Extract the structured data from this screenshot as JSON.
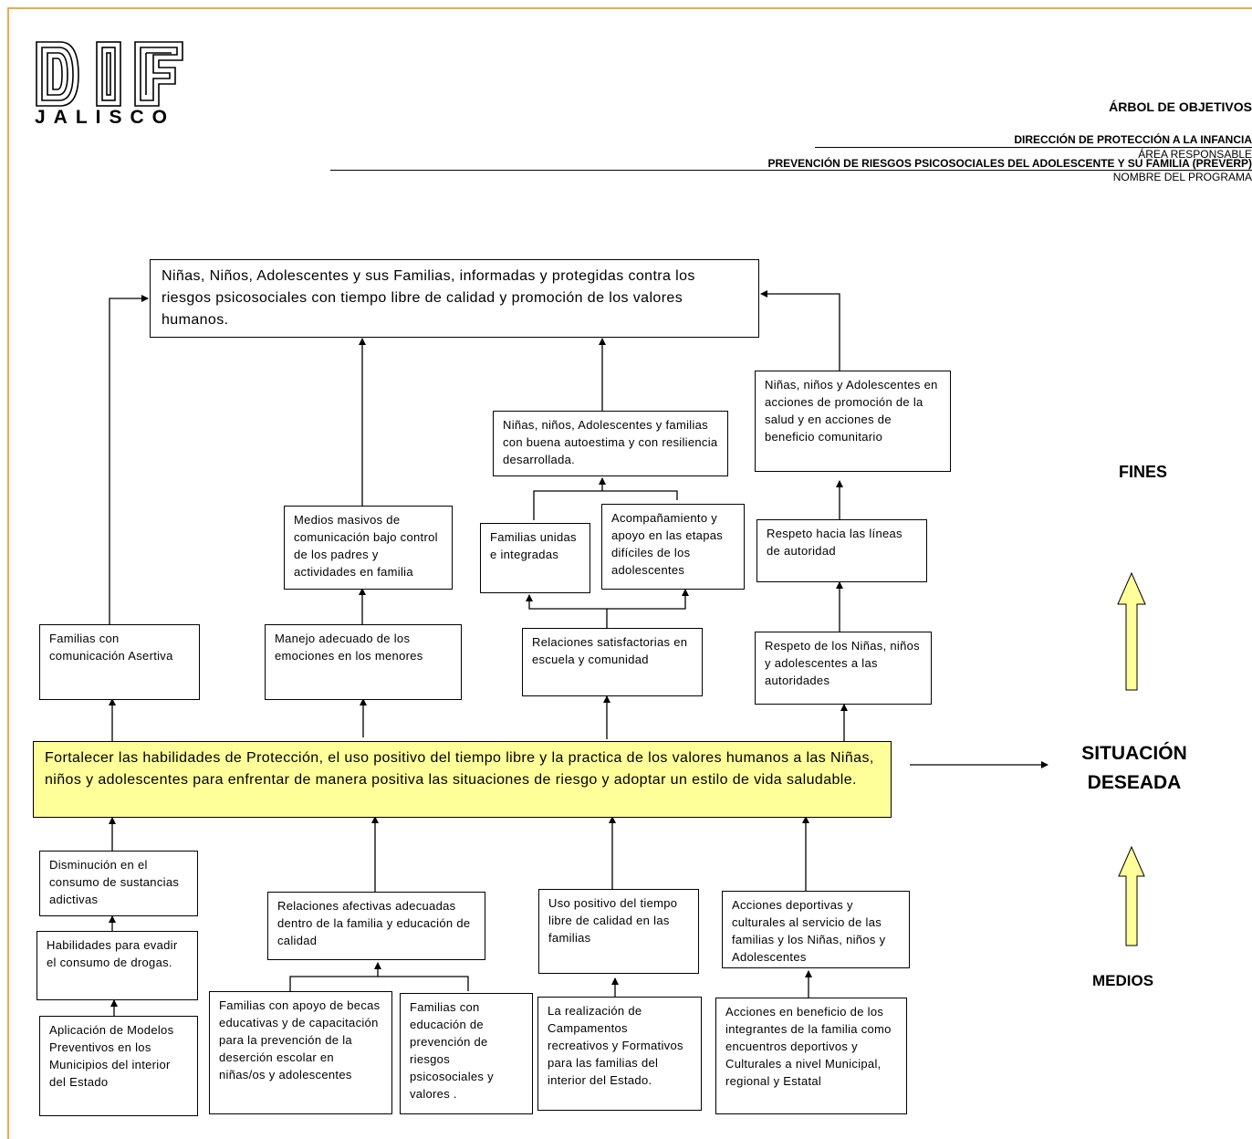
{
  "logo": {
    "text": "JALISCO",
    "letters": "DIF"
  },
  "header": {
    "title": "ÁRBOL DE OBJETIVOS",
    "area": "DIRECCIÓN DE PROTECCIÓN A LA INFANCIA",
    "area_caption": "ÁREA RESPONSABLE",
    "program": "PREVENCIÓN DE RIESGOS PSICOSOCIALES DEL ADOLESCENTE Y SU FAMILIA (PREVERP)",
    "program_caption": "NOMBRE DEL PROGRAMA"
  },
  "side_labels": {
    "fines": "FINES",
    "situacion": "SITUACIÓN",
    "deseada": "DESEADA",
    "medios": "MEDIOS"
  },
  "colors": {
    "highlight": "#ffff99",
    "frame": "#f0a84a",
    "arrow_fill": "#ffff99"
  },
  "nodes": {
    "top": "Niñas, Niños, Adolescentes y sus Familias, informadas y protegidas contra los riesgos psicosociales con tiempo libre de calidad y promoción de los valores humanos.",
    "autoestima": "Niñas, niños, Adolescentes y familias con buena autoestima y con resiliencia desarrollada.",
    "salud": "Niñas, niños y Adolescentes en acciones de promoción de la salud y en acciones de beneficio comunitario",
    "medios_masivos": "Medios masivos de comunicación bajo control de los padres y actividades en familia",
    "familias_unidas": "Familias unidas e integradas",
    "acompanamiento": "Acompañamiento y apoyo en las etapas difíciles de los adolescentes",
    "respeto_lineas": "Respeto hacia las líneas de autoridad",
    "comunicacion": "Familias con comunicación Asertiva",
    "emociones": "Manejo adecuado de los emociones en los menores",
    "relaciones_satisf": "Relaciones satisfactorias en escuela y comunidad",
    "respeto_autoridades": "Respeto de los Niñas, niños y adolescentes a las autoridades",
    "objetivo": "Fortalecer las habilidades de Protección, el uso positivo del tiempo libre y la practica de los valores humanos a las Niñas, niños y adolescentes para enfrentar de manera positiva las situaciones de riesgo y adoptar un estilo de vida saludable.",
    "disminucion": "Disminución en el consumo de sustancias adictivas",
    "habilidades": "Habilidades para evadir el consumo de drogas.",
    "modelos": "Aplicación de Modelos Preventivos en los Municipios del interior del Estado",
    "relaciones_afectivas": "Relaciones afectivas adecuadas dentro de la familia y educación de calidad",
    "becas": "Familias con apoyo de becas educativas y de capacitación para la prevención de la deserción escolar en niñas/os y adolescentes",
    "educacion_prev": "Familias con educación de prevención de riesgos psicosociales y valores .",
    "uso_positivo": "Uso positivo del tiempo libre de calidad en las familias",
    "campamentos": "La realización de Campamentos recreativos y Formativos para las familias del interior del Estado.",
    "acciones_deportivas": "Acciones deportivas y culturales al servicio de las familias y los Niñas, niños y Adolescentes",
    "acciones_beneficio": "Acciones en beneficio de los integrantes de la familia como encuentros deportivos y Culturales a nivel Municipal, regional y Estatal"
  }
}
